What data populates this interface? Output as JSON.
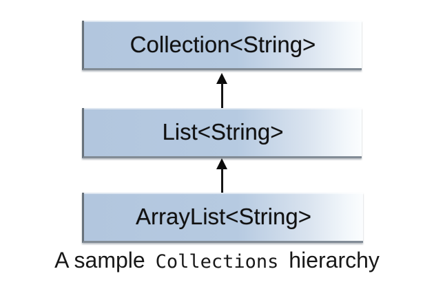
{
  "figure": {
    "type": "class-hierarchy-diagram",
    "nodes": [
      {
        "id": "collection",
        "label": "Collection<String>"
      },
      {
        "id": "list",
        "label": "List<String>"
      },
      {
        "id": "arraylist",
        "label": "ArrayList<String>"
      }
    ],
    "edges": [
      {
        "from": "list",
        "to": "collection",
        "style": "inheritance-arrow-up"
      },
      {
        "from": "arraylist",
        "to": "list",
        "style": "inheritance-arrow-up"
      }
    ],
    "colors": {
      "box_fill_left": "#b2c6de",
      "box_fill_right": "#fbfdfe",
      "box_border_left": "#68727b",
      "box_shadow": "#7d8690",
      "label_text": "#111111",
      "arrow": "#0b0b0b",
      "caption_text": "#181818",
      "background": "#ffffff"
    }
  },
  "caption": {
    "prefix": "A sample ",
    "code": "Collections",
    "suffix": " hierarchy"
  }
}
